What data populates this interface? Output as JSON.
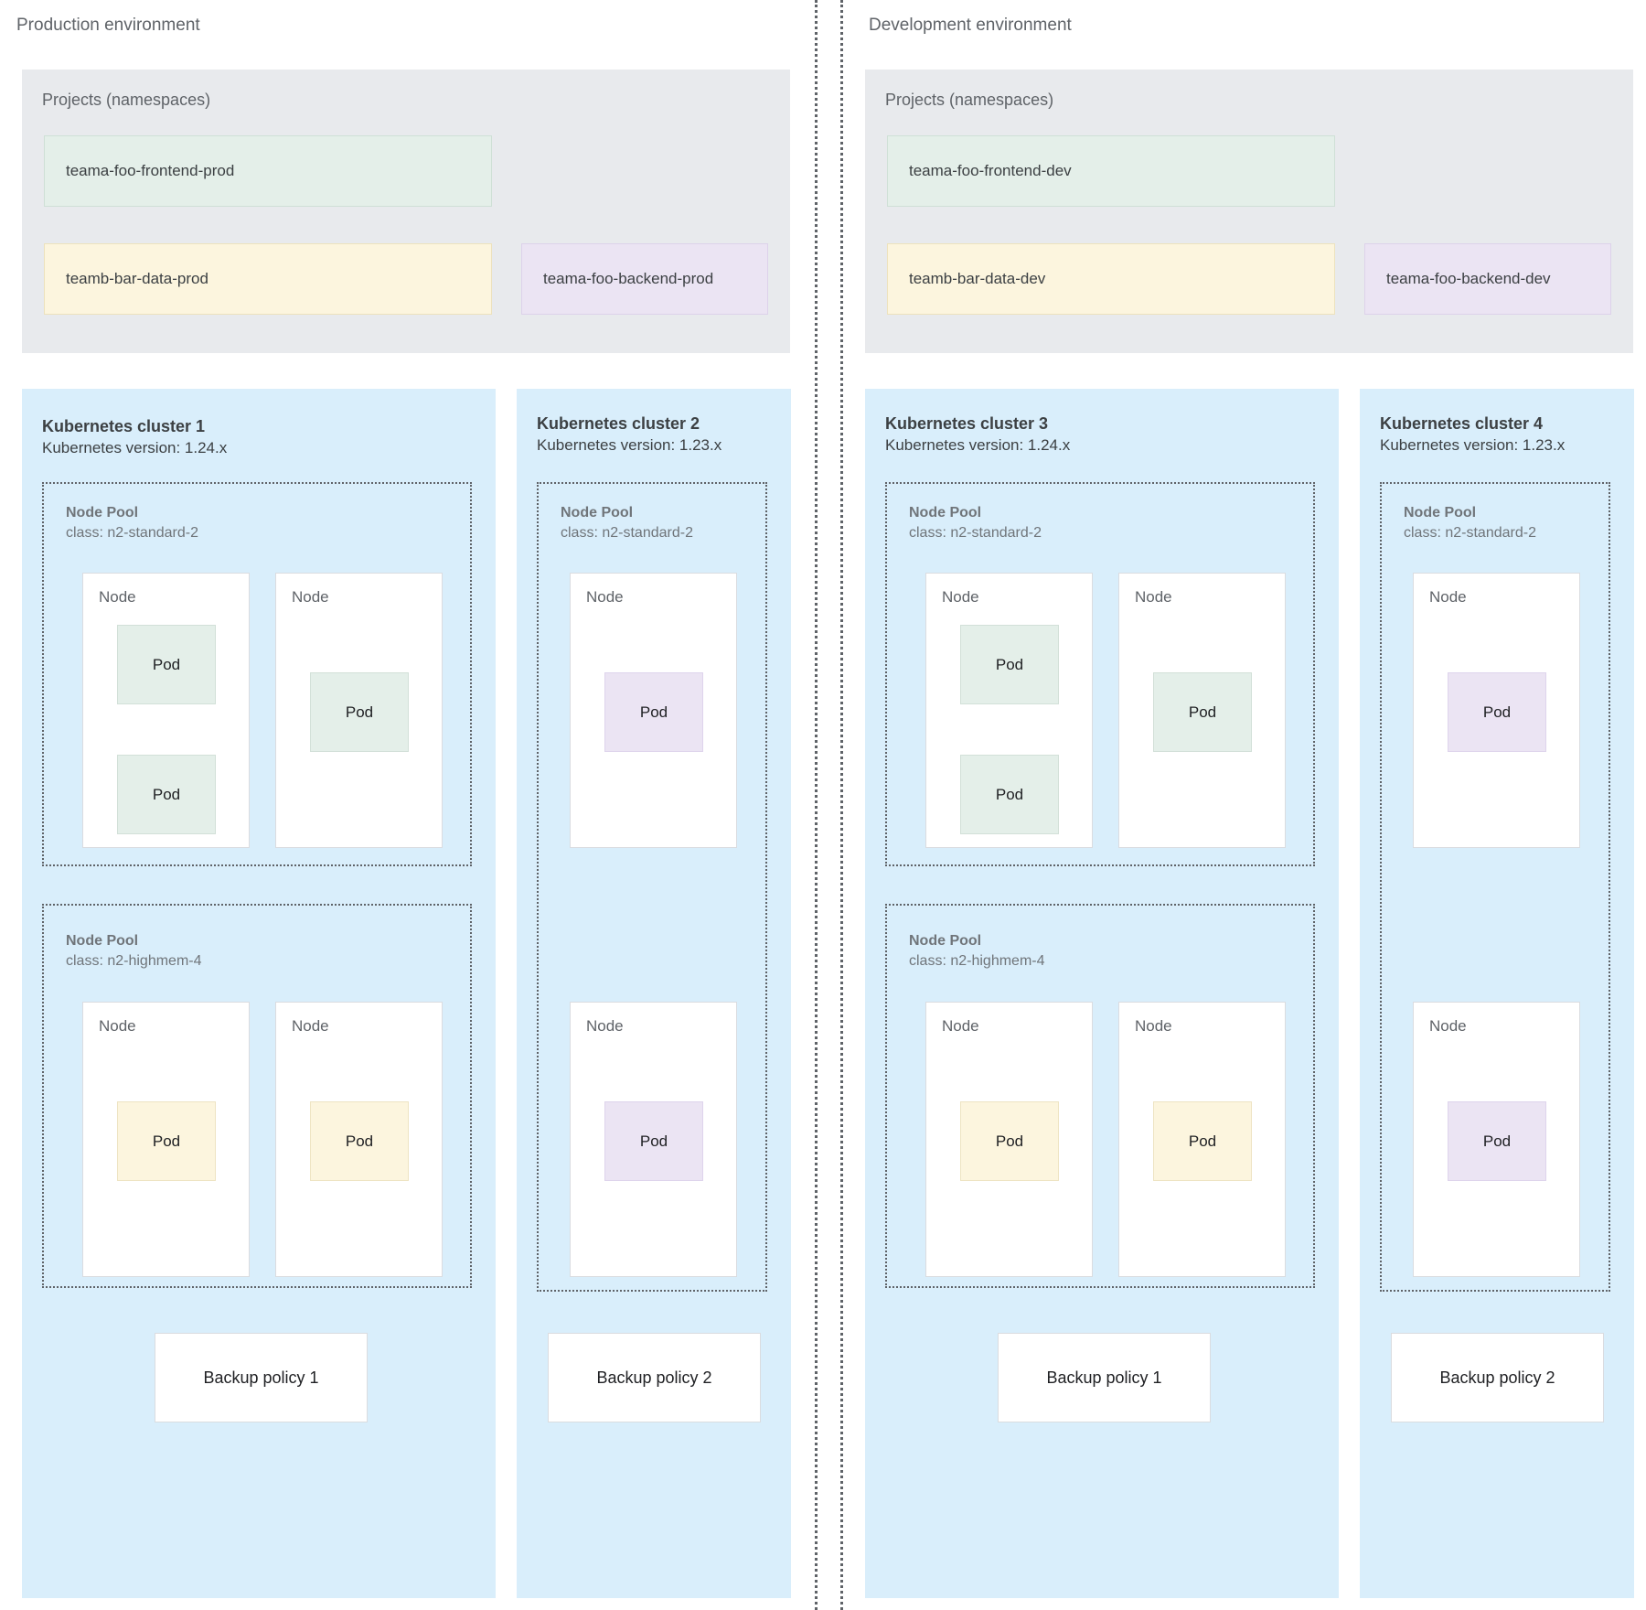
{
  "environments": [
    {
      "title": "Production environment",
      "projects_heading": "Projects (namespaces)",
      "namespaces": [
        {
          "label": "teama-foo-frontend-prod",
          "color": "green"
        },
        {
          "label": "teamb-bar-data-prod",
          "color": "yellow"
        },
        {
          "label": "teama-foo-backend-prod",
          "color": "purple"
        }
      ],
      "clusters": [
        {
          "title": "Kubernetes cluster 1",
          "version": "Kubernetes version: 1.24.x",
          "backup_policy": "Backup policy 1",
          "node_pools": [
            {
              "label": "Node Pool",
              "class": "class: n2-standard-2",
              "nodes": [
                {
                  "label": "Node",
                  "pods": [
                    {
                      "label": "Pod",
                      "color": "green"
                    },
                    {
                      "label": "Pod",
                      "color": "green"
                    }
                  ]
                },
                {
                  "label": "Node",
                  "pods": [
                    {
                      "label": "Pod",
                      "color": "green"
                    }
                  ]
                }
              ]
            },
            {
              "label": "Node Pool",
              "class": "class: n2-highmem-4",
              "nodes": [
                {
                  "label": "Node",
                  "pods": [
                    {
                      "label": "Pod",
                      "color": "yellow"
                    }
                  ]
                },
                {
                  "label": "Node",
                  "pods": [
                    {
                      "label": "Pod",
                      "color": "yellow"
                    }
                  ]
                }
              ]
            }
          ]
        },
        {
          "title": "Kubernetes cluster 2",
          "version": "Kubernetes version: 1.23.x",
          "backup_policy": "Backup policy 2",
          "node_pools": [
            {
              "label": "Node Pool",
              "class": "class: n2-standard-2",
              "nodes": [
                {
                  "label": "Node",
                  "pods": [
                    {
                      "label": "Pod",
                      "color": "purple"
                    }
                  ]
                },
                {
                  "label": "Node",
                  "pods": [
                    {
                      "label": "Pod",
                      "color": "purple"
                    }
                  ]
                }
              ]
            }
          ]
        }
      ]
    },
    {
      "title": "Development environment",
      "projects_heading": "Projects (namespaces)",
      "namespaces": [
        {
          "label": "teama-foo-frontend-dev",
          "color": "green"
        },
        {
          "label": "teamb-bar-data-dev",
          "color": "yellow"
        },
        {
          "label": "teama-foo-backend-dev",
          "color": "purple"
        }
      ],
      "clusters": [
        {
          "title": "Kubernetes cluster 3",
          "version": "Kubernetes version: 1.24.x",
          "backup_policy": "Backup policy 1",
          "node_pools": [
            {
              "label": "Node Pool",
              "class": "class: n2-standard-2",
              "nodes": [
                {
                  "label": "Node",
                  "pods": [
                    {
                      "label": "Pod",
                      "color": "green"
                    },
                    {
                      "label": "Pod",
                      "color": "green"
                    }
                  ]
                },
                {
                  "label": "Node",
                  "pods": [
                    {
                      "label": "Pod",
                      "color": "green"
                    }
                  ]
                }
              ]
            },
            {
              "label": "Node Pool",
              "class": "class: n2-highmem-4",
              "nodes": [
                {
                  "label": "Node",
                  "pods": [
                    {
                      "label": "Pod",
                      "color": "yellow"
                    }
                  ]
                },
                {
                  "label": "Node",
                  "pods": [
                    {
                      "label": "Pod",
                      "color": "yellow"
                    }
                  ]
                }
              ]
            }
          ]
        },
        {
          "title": "Kubernetes cluster 4",
          "version": "Kubernetes version: 1.23.x",
          "backup_policy": "Backup policy 2",
          "node_pools": [
            {
              "label": "Node Pool",
              "class": "class: n2-standard-2",
              "nodes": [
                {
                  "label": "Node",
                  "pods": [
                    {
                      "label": "Pod",
                      "color": "purple"
                    }
                  ]
                },
                {
                  "label": "Node",
                  "pods": [
                    {
                      "label": "Pod",
                      "color": "purple"
                    }
                  ]
                }
              ]
            }
          ]
        }
      ]
    }
  ],
  "colors": {
    "cluster_bg": "#d9eefb",
    "projects_bg": "#e8eaed",
    "green": "#e4efe9",
    "yellow": "#fcf5de",
    "purple": "#ebe4f3",
    "text": "#3c4043",
    "muted": "#5f6368"
  }
}
